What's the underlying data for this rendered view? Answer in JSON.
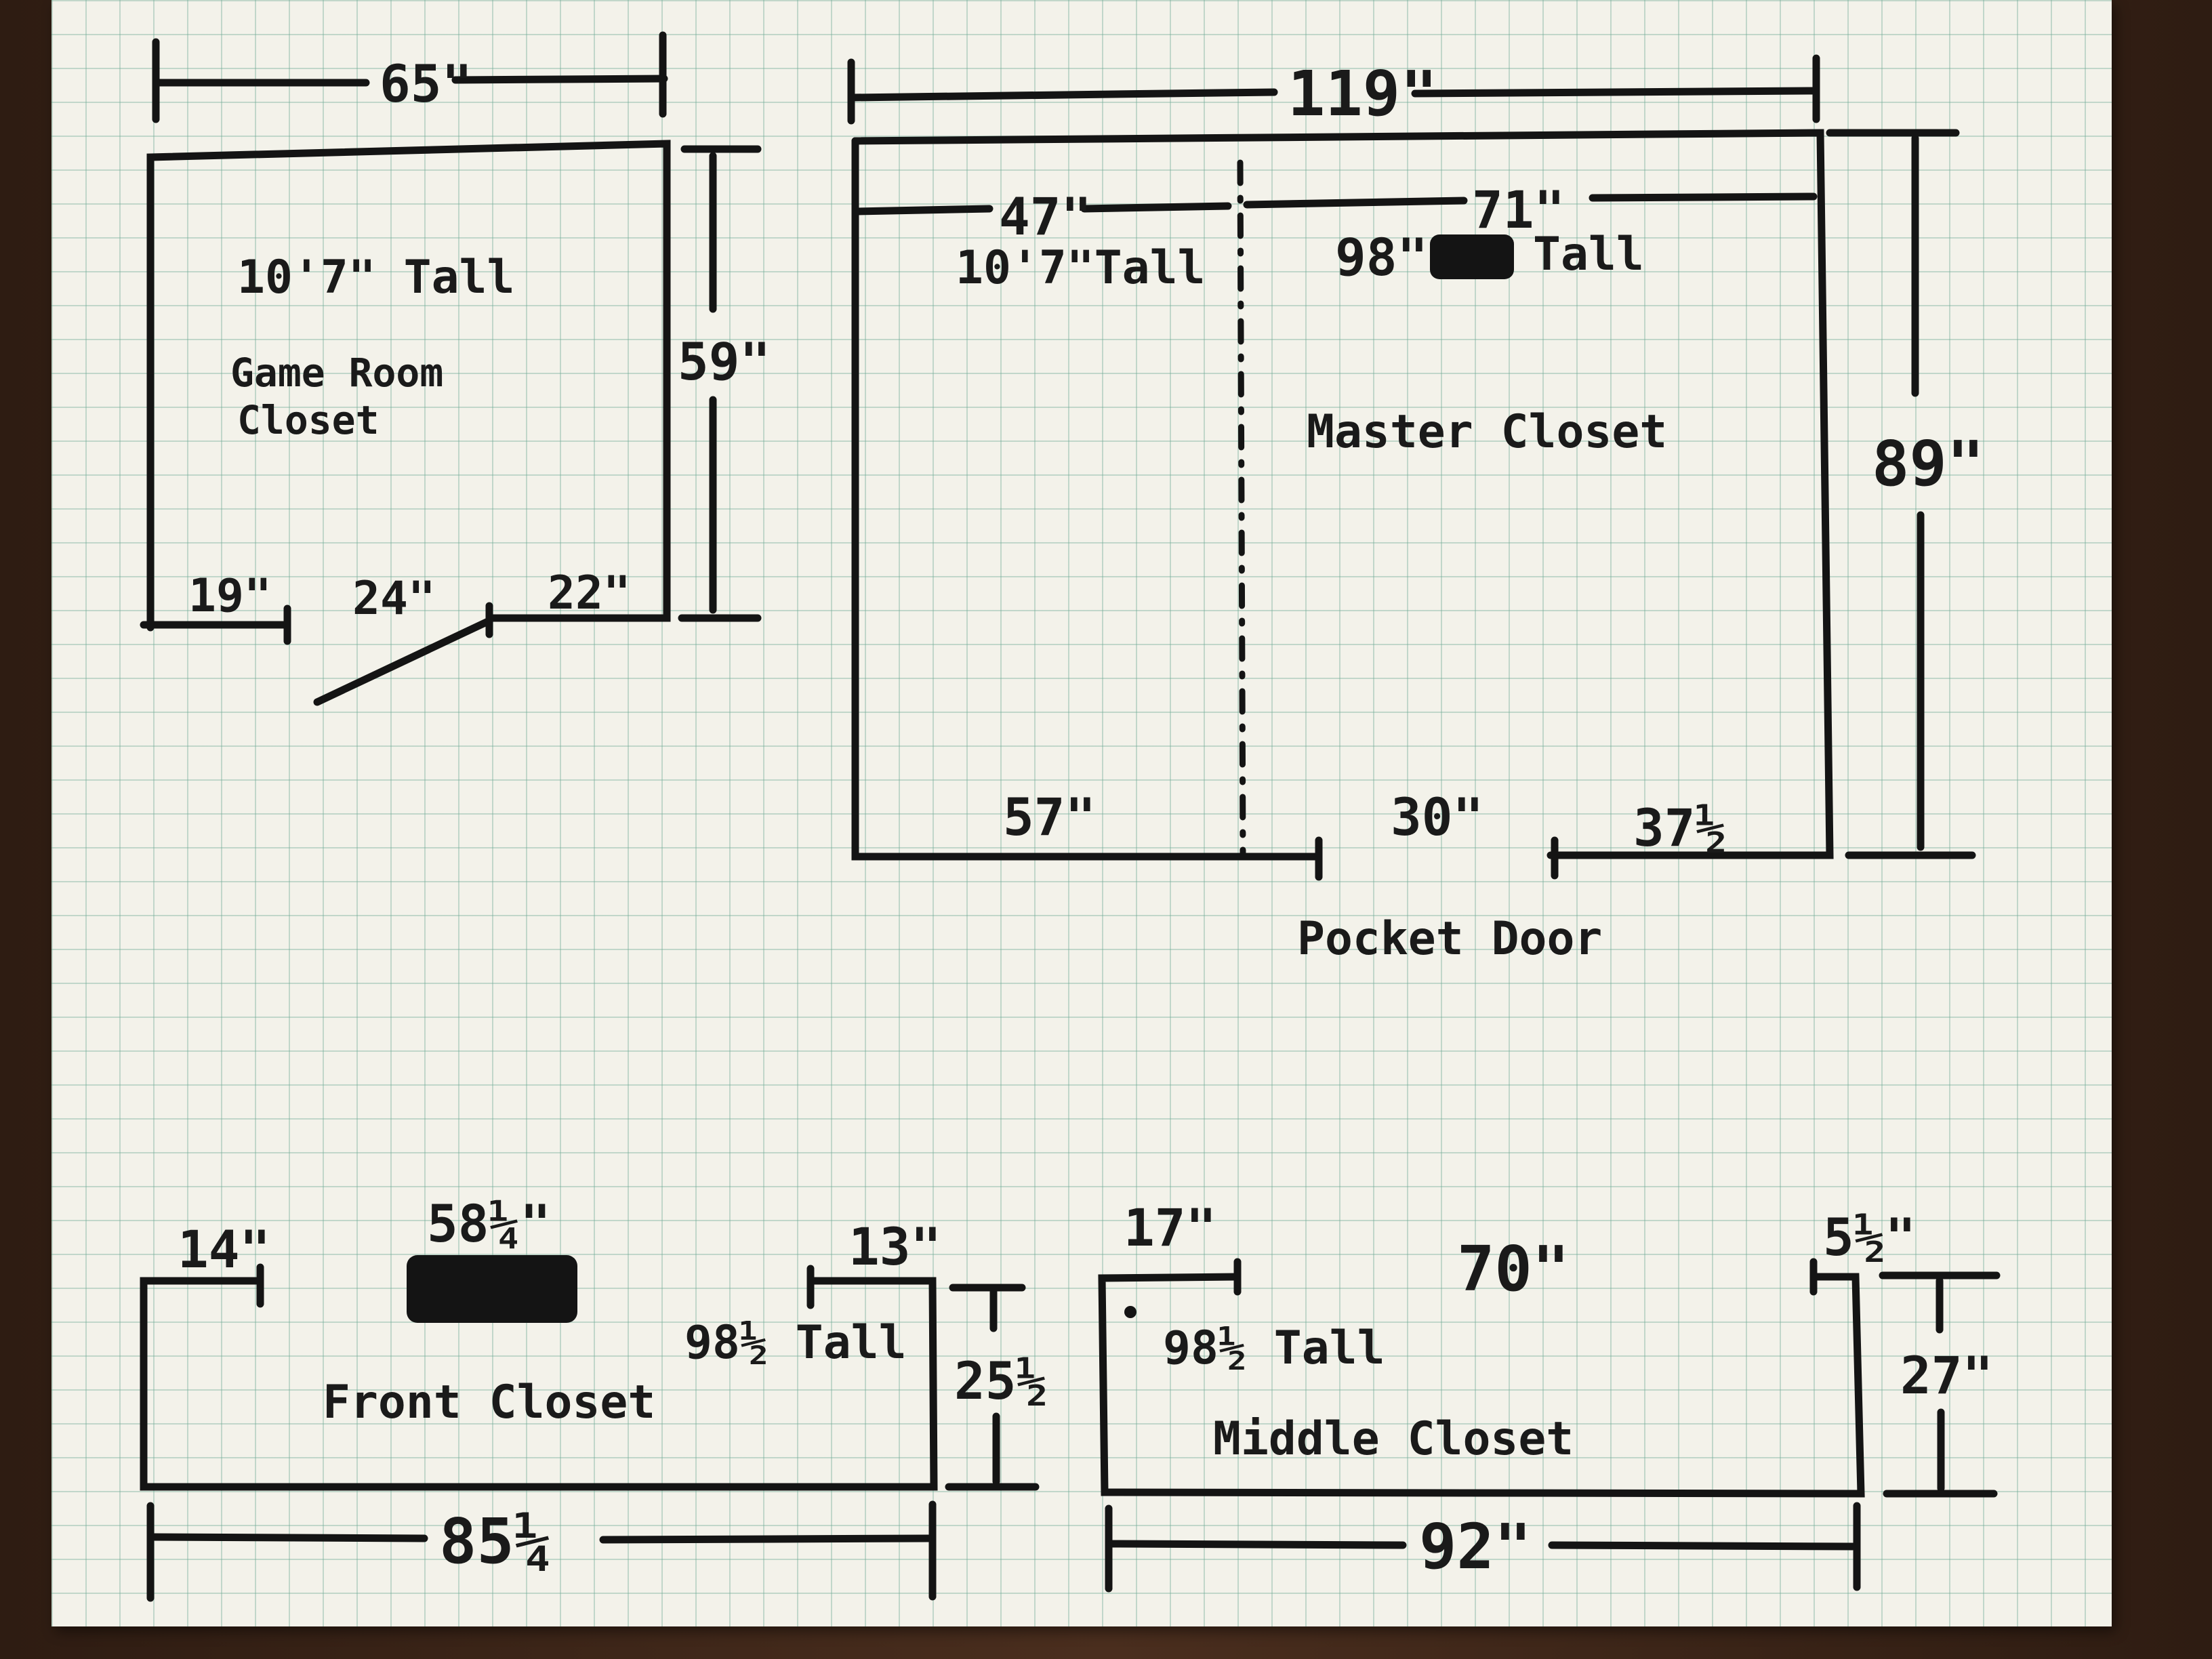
{
  "game_room_closet": {
    "width": "65\"",
    "depth": "59\"",
    "height": "10'7\" Tall",
    "name_line1": "Game Room",
    "name_line2": "Closet",
    "left_wall": "19\"",
    "door": "24\"",
    "right_wall": "22\""
  },
  "master_closet": {
    "width": "119\"",
    "left_section": "47\"",
    "right_section": "71\"",
    "left_height": "10'7\"Tall",
    "right_height_value": "98\"",
    "right_height_label": "Tall",
    "name": "Master Closet",
    "depth": "89\"",
    "bottom_left": "57\"",
    "door": "30\"",
    "bottom_right": "37½",
    "door_label": "Pocket Door"
  },
  "front_closet": {
    "left_return": "14\"",
    "span": "58¼\"",
    "right_return": "13\"",
    "height": "98½ Tall",
    "name": "Front Closet",
    "depth": "25½",
    "width": "85¼"
  },
  "middle_closet": {
    "left_return": "17\"",
    "span": "70\"",
    "right_return": "5½\"",
    "height": "98½ Tall",
    "name": "Middle Closet",
    "depth": "27\"",
    "width": "92\""
  }
}
